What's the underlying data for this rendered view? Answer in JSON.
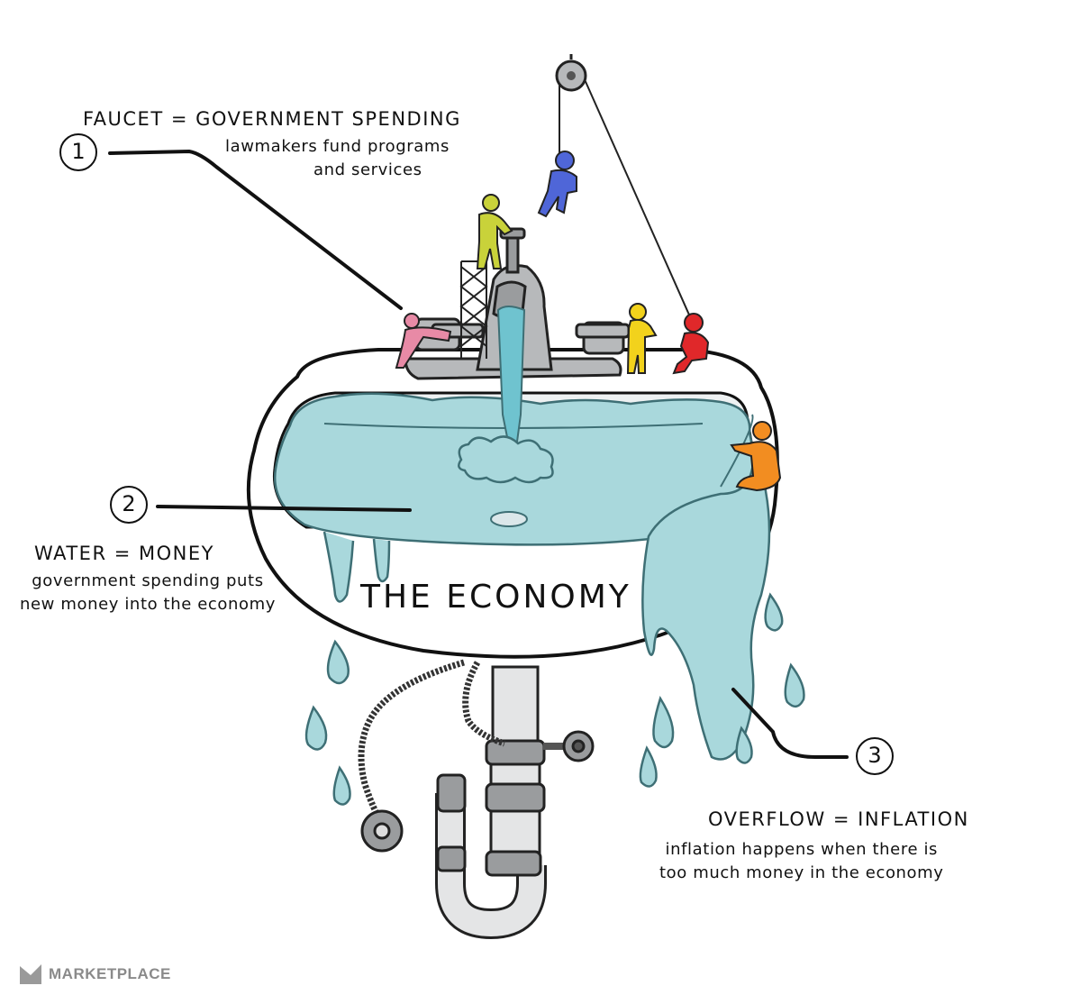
{
  "labels": {
    "faucet": {
      "number": "1",
      "title": "FAUCET = GOVERNMENT SPENDING",
      "lines": [
        "lawmakers fund programs",
        "and services"
      ]
    },
    "water": {
      "number": "2",
      "title": "WATER = MONEY",
      "lines": [
        "government spending puts",
        "new money into the economy"
      ]
    },
    "overflow": {
      "number": "3",
      "title": "OVERFLOW = INFLATION",
      "lines": [
        "inflation happens when there is",
        "too much money in the economy"
      ]
    }
  },
  "sink_label": "THE ECONOMY",
  "brand": "MARKETPLACE",
  "colors": {
    "water": "#a9d8dc",
    "water_outline": "#3e6f75",
    "faucet_metal": "#b7b9bb",
    "figure_pink": "#e88aa6",
    "figure_lime": "#c9d23a",
    "figure_blue": "#4f66d8",
    "figure_yellow": "#f2d21c",
    "figure_red": "#e0282a",
    "figure_orange": "#f28d21"
  }
}
